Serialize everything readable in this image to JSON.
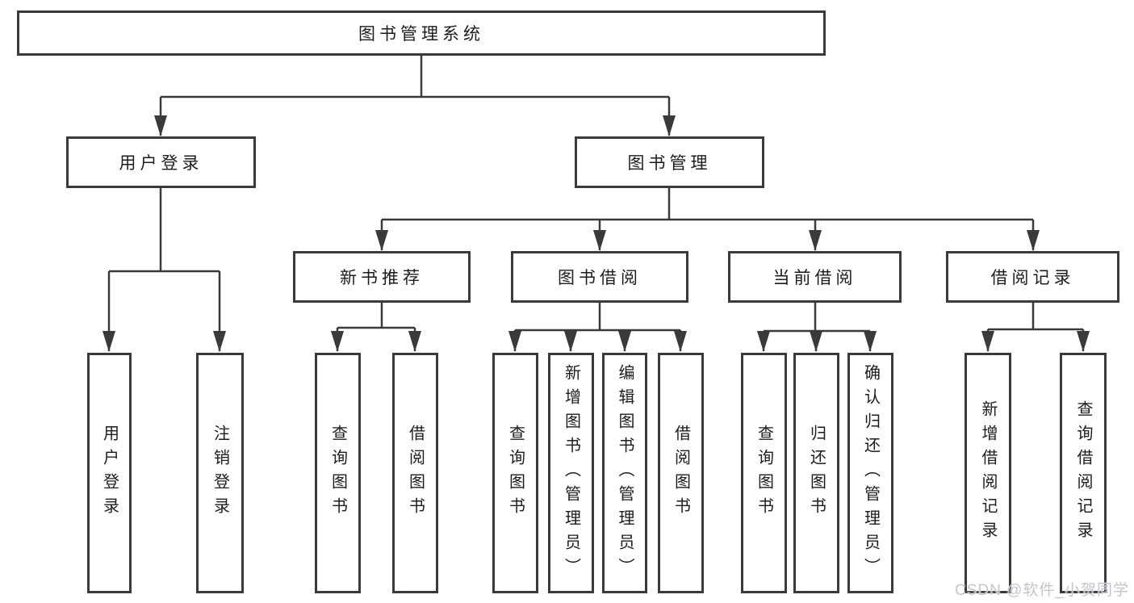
{
  "tree": {
    "label": "图书管理系统",
    "children": [
      {
        "label": "用户登录",
        "children": [
          {
            "label": "用户登录"
          },
          {
            "label": "注销登录"
          }
        ]
      },
      {
        "label": "图书管理",
        "children": [
          {
            "label": "新书推荐",
            "children": [
              {
                "label": "查询图书"
              },
              {
                "label": "借阅图书"
              }
            ]
          },
          {
            "label": "图书借阅",
            "children": [
              {
                "label": "查询图书"
              },
              {
                "label": "新增图书（管理员）"
              },
              {
                "label": "编辑图书（管理员）"
              },
              {
                "label": "借阅图书"
              }
            ]
          },
          {
            "label": "当前借阅",
            "children": [
              {
                "label": "查询图书"
              },
              {
                "label": "归还图书"
              },
              {
                "label": "确认归还（管理员）"
              }
            ]
          },
          {
            "label": "借阅记录",
            "children": [
              {
                "label": "新增借阅记录"
              },
              {
                "label": "查询借阅记录"
              }
            ]
          }
        ]
      }
    ]
  },
  "watermark": {
    "text": "CSDN @软件_小贺同学"
  },
  "colors": {
    "line": "#3a3a3a",
    "box_border": "#3a3a3a",
    "text": "#1c1c1c",
    "watermark": "#c5c5cd",
    "background": "#ffffff"
  }
}
